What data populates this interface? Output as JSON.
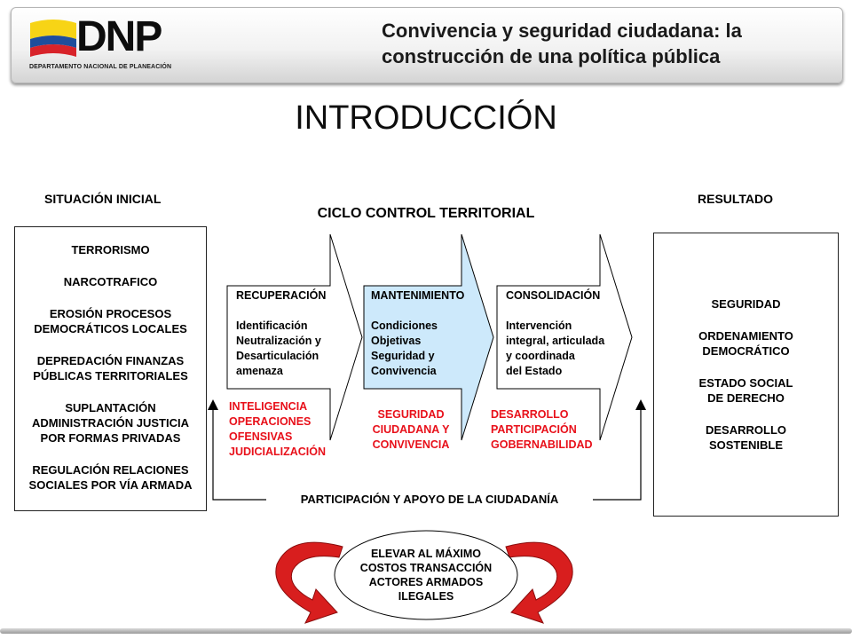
{
  "header": {
    "logo_text": "DNP",
    "logo_subtitle": "DEPARTAMENTO NACIONAL DE PLANEACIÓN",
    "title_line1": "Convivencia y seguridad ciudadana: la",
    "title_line2": "construcción de una política pública"
  },
  "page_title": "INTRODUCCIÓN",
  "situacion": {
    "label": "SITUACIÓN INICIAL",
    "items": [
      "TERRORISMO",
      "NARCOTRAFICO",
      "EROSIÓN PROCESOS",
      "DEMOCRÁTICOS LOCALES",
      "DEPREDACIÓN FINANZAS",
      "PÚBLICAS TERRITORIALES",
      "SUPLANTACIÓN",
      "ADMINISTRACIÓN JUSTICIA",
      "POR FORMAS PRIVADAS",
      "REGULACIÓN RELACIONES",
      "SOCIALES POR VÍA ARMADA"
    ]
  },
  "ciclo": {
    "label": "CICLO CONTROL TERRITORIAL",
    "phases": [
      {
        "title": "RECUPERACIÓN",
        "lines": [
          "Identificación",
          "Neutralización y",
          "Desarticulación",
          "amenaza"
        ],
        "red": [
          "INTELIGENCIA",
          "OPERACIONES",
          "OFENSIVAS",
          "JUDICIALIZACIÓN"
        ]
      },
      {
        "title": "MANTENIMIENTO",
        "lines": [
          "Condiciones",
          "Objetivas",
          "Seguridad y",
          "Convivencia"
        ],
        "red": [
          "SEGURIDAD",
          "CIUDADANA Y",
          "CONVIVENCIA"
        ]
      },
      {
        "title": "CONSOLIDACIÓN",
        "lines": [
          "Intervención",
          "integral, articulada",
          "y coordinada",
          "del Estado"
        ],
        "red": [
          "DESARROLLO",
          "PARTICIPACIÓN",
          "GOBERNABILIDAD"
        ]
      }
    ]
  },
  "resultado": {
    "label": "RESULTADO",
    "items": [
      "SEGURIDAD",
      "ORDENAMIENTO",
      "DEMOCRÁTICO",
      "ESTADO SOCIAL",
      "DE DERECHO",
      "DESARROLLO",
      "SOSTENIBLE"
    ]
  },
  "participacion": "PARTICIPACIÓN Y APOYO DE LA CIUDADANÍA",
  "elevar": [
    "ELEVAR AL MÁXIMO",
    "COSTOS TRANSACCIÓN",
    "ACTORES ARMADOS",
    "ILEGALES"
  ],
  "colors": {
    "red_text": "#e8101a",
    "highlight_arrow": "#cde9fb",
    "curved_arrow": "#d81e1e",
    "flag_yellow": "#f7d416",
    "flag_blue": "#1f4e9c",
    "flag_red": "#d8232a"
  }
}
